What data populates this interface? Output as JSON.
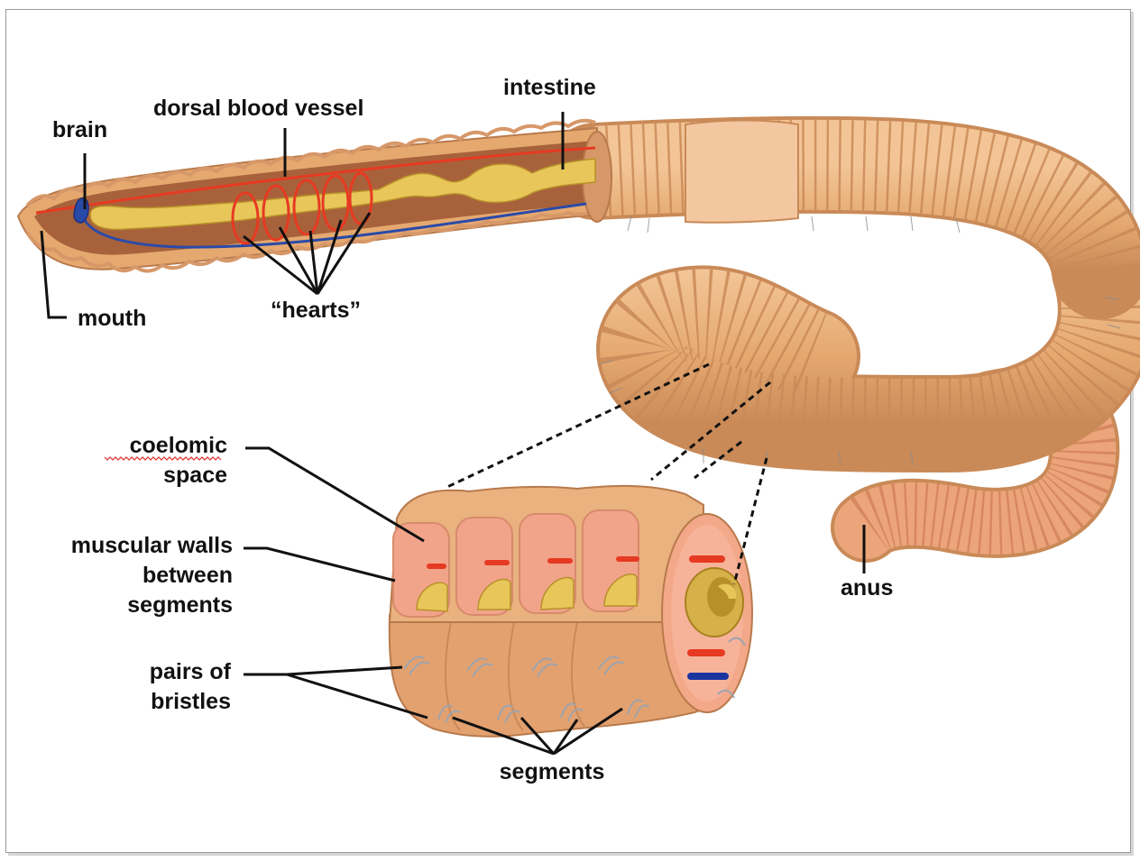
{
  "labels": {
    "brain": "brain",
    "dorsal_blood_vessel": "dorsal blood vessel",
    "intestine": "intestine",
    "mouth": "mouth",
    "hearts": "“hearts”",
    "coelomic_1": "coelomic",
    "coelomic_2": "space",
    "muscular_1": "muscular walls",
    "muscular_2": "between",
    "muscular_3": "segments",
    "bristles_1": "pairs of",
    "bristles_2": "bristles",
    "segments": "segments",
    "anus": "anus"
  },
  "colors": {
    "skin": "#e9b27e",
    "skin_dark": "#c98a58",
    "inner": "#a8623b",
    "gut": "#e8c65a",
    "gut_dark": "#b8902a",
    "blood": "#e63a22",
    "ventral": "#2a4aa8",
    "septum": "#f1a48a",
    "label": "#111111"
  }
}
